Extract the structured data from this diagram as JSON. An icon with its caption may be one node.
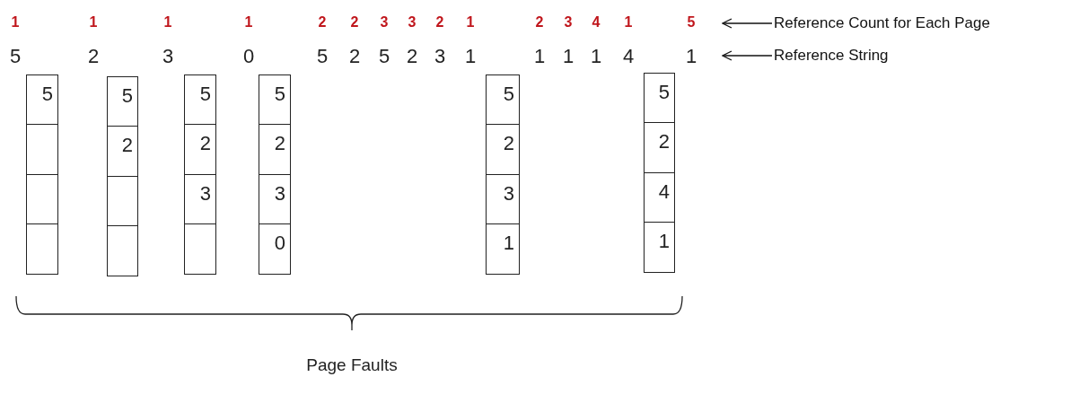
{
  "diagram": {
    "nodes": [
      {
        "text": [
          "Reference Count for Each Page"
        ]
      },
      {
        "text": [
          "Reference String"
        ]
      },
      {
        "text": [],
        "shape": "box"
      },
      {
        "text": [
          "5"
        ],
        "in": 2
      },
      {
        "text": [],
        "shape": "box",
        "in": 2
      },
      {
        "text": [],
        "shape": "box",
        "in": 2
      },
      {
        "text": [],
        "shape": "box",
        "in": 2
      },
      {
        "text": [],
        "shape": "box"
      },
      {
        "text": [
          "5"
        ],
        "in": 7
      },
      {
        "text": [
          "2"
        ],
        "in": 7
      },
      {
        "text": [],
        "shape": "box",
        "in": 7
      },
      {
        "text": [],
        "shape": "box",
        "in": 7
      },
      {
        "text": [],
        "shape": "box"
      },
      {
        "text": [
          "5"
        ],
        "in": 12
      },
      {
        "text": [
          "2"
        ],
        "in": 12
      },
      {
        "text": [
          "3"
        ],
        "in": 12
      },
      {
        "text": [],
        "shape": "box",
        "in": 12
      },
      {
        "text": [],
        "shape": "box"
      },
      {
        "text": [
          "5"
        ],
        "in": 17
      },
      {
        "text": [
          "2"
        ],
        "in": 17
      },
      {
        "text": [
          "3"
        ],
        "in": 17
      },
      {
        "text": [
          "0"
        ],
        "in": 17
      },
      {
        "text": [],
        "shape": "box"
      },
      {
        "text": [
          "5"
        ],
        "in": 22
      },
      {
        "text": [
          "2"
        ],
        "in": 22
      },
      {
        "text": [
          "3"
        ],
        "in": 22
      },
      {
        "text": [
          "1"
        ],
        "in": 22
      },
      {
        "text": [],
        "shape": "box"
      },
      {
        "text": [
          "5"
        ],
        "in": 27
      },
      {
        "text": [
          "2"
        ],
        "in": 27
      },
      {
        "text": [
          "4"
        ],
        "in": 27
      },
      {
        "text": [
          "1"
        ],
        "in": 27
      }
    ],
    "edges": [
      {
        "from": 0,
        "to": null,
        "arrow": "to"
      },
      {
        "from": 1,
        "to": null,
        "arrow": "to"
      }
    ],
    "labels": [
      "1",
      "1",
      "1",
      "1",
      "2",
      "2",
      "3",
      "3",
      "2",
      "1",
      "2",
      "3",
      "4",
      "1",
      "5",
      "5",
      "2",
      "3",
      "0",
      "5",
      "2",
      "5",
      "2",
      "3",
      "1",
      "1",
      "1",
      "1",
      "4",
      "1",
      "Page Faults"
    ]
  }
}
